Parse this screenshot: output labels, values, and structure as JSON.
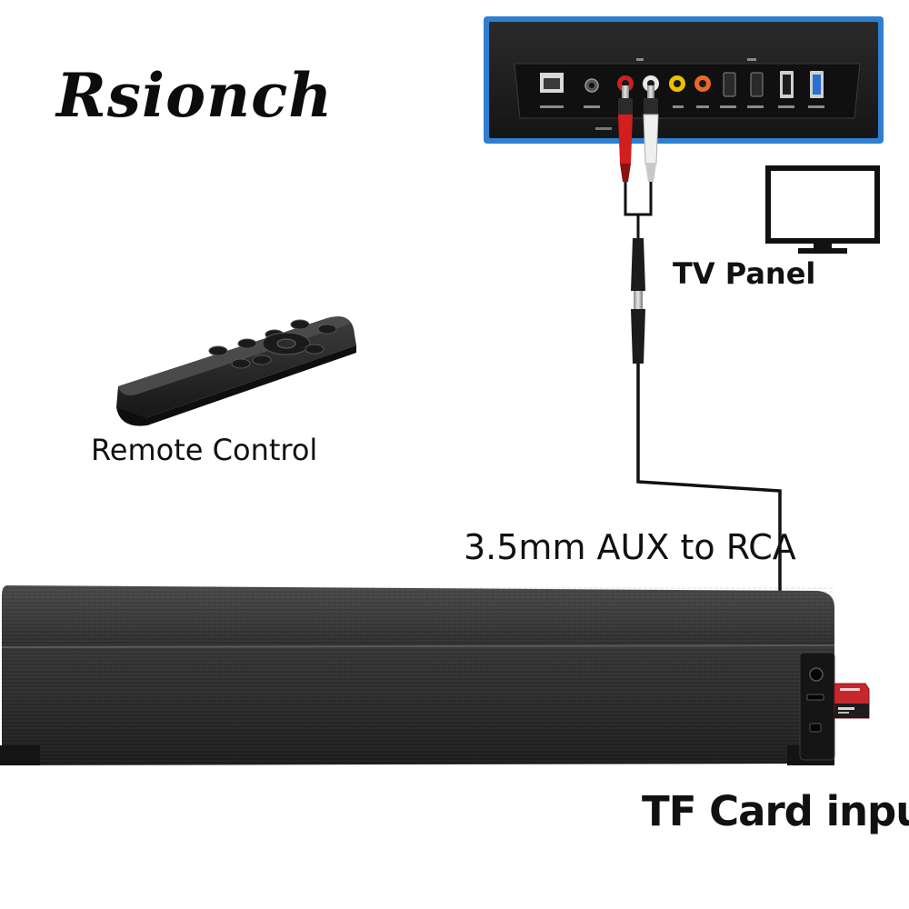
{
  "brand": {
    "name": "Rsionch"
  },
  "labels": {
    "tv_panel": "TV Panel",
    "remote_control": "Remote Control",
    "cable": "3.5mm AUX to RCA",
    "tf_card": "TF Card input"
  },
  "icons": {
    "monitor": "monitor-icon",
    "remote": "remote-control-icon",
    "soundbar": "soundbar-device",
    "tv_ports": "tv-port-panel",
    "cable": "aux-to-rca-cable",
    "sd_card": "sd-card-icon"
  },
  "colors": {
    "rca_red": "#d21e1e",
    "rca_white": "#e8e8e8",
    "rca_yellow": "#f0c000",
    "rca_orange": "#e8692a",
    "usb3_blue": "#2b6fd6",
    "panel_frame": "#2f7fd0",
    "soundbar_body": "#3a3a3a",
    "sd_card_red": "#c6272d"
  }
}
